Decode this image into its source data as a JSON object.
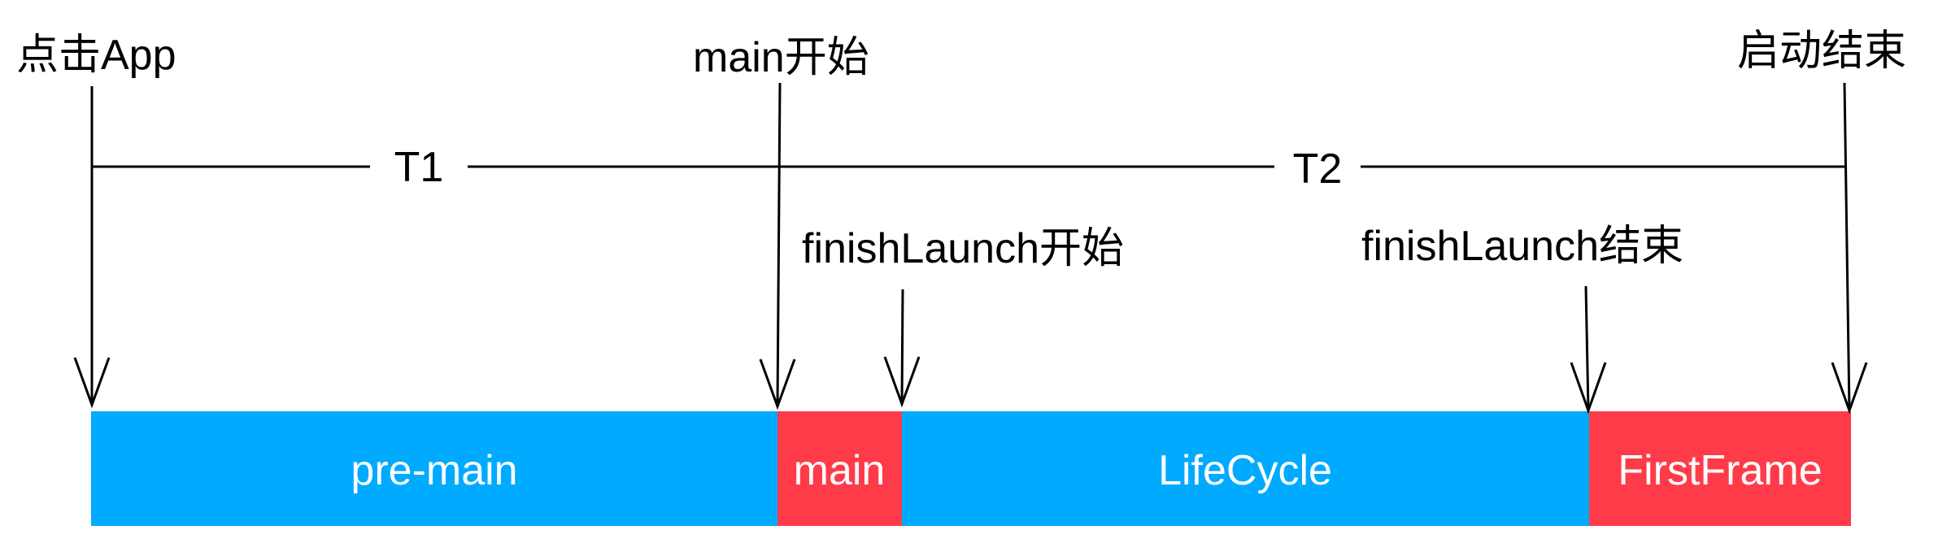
{
  "events": {
    "click_app": "点击App",
    "main_start": "main开始",
    "launch_end": "启动结束",
    "finish_launch_start": "finishLaunch开始",
    "finish_launch_end": "finishLaunch结束"
  },
  "intervals": {
    "t1": "T1",
    "t2": "T2"
  },
  "segments": [
    {
      "label": "pre-main",
      "color": "#00AAFF"
    },
    {
      "label": "main",
      "color": "#FF3B4A"
    },
    {
      "label": "LifeCycle",
      "color": "#00AAFF"
    },
    {
      "label": "FirstFrame",
      "color": "#FF3B4A"
    }
  ]
}
